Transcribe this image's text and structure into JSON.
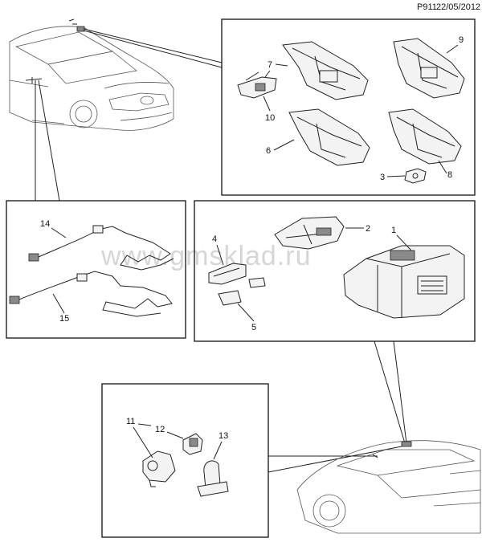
{
  "header": {
    "code": "P911",
    "date": "22/05/2012"
  },
  "watermark": "www.gmsklad.ru",
  "callouts": [
    "1",
    "2",
    "3",
    "4",
    "5",
    "6",
    "7",
    "8",
    "9",
    "10",
    "11",
    "12",
    "13",
    "14",
    "15"
  ]
}
